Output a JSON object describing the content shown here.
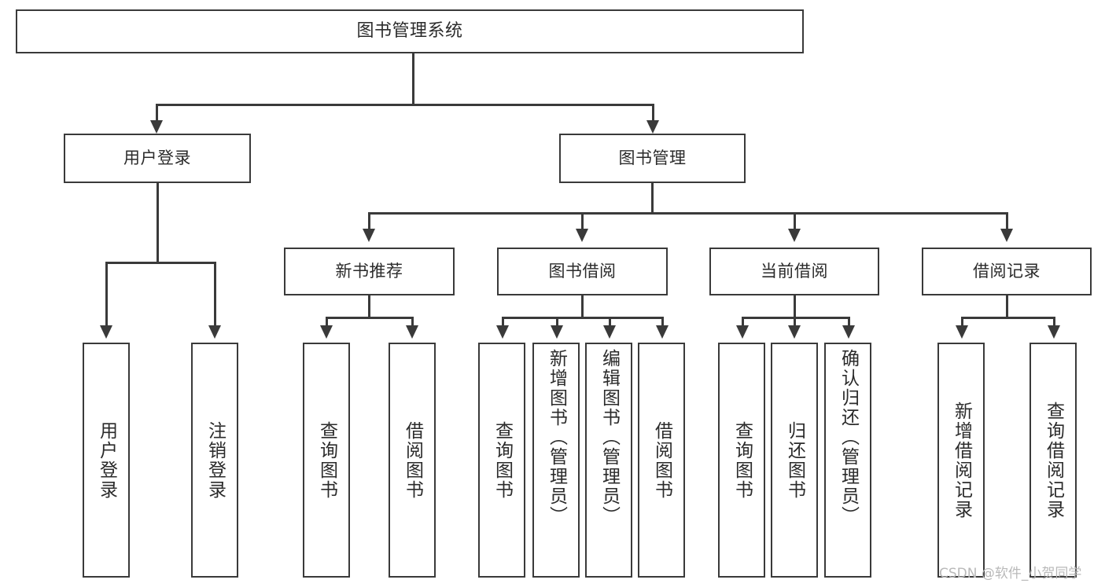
{
  "diagram": {
    "type": "hierarchy-tree",
    "title": "图书管理系统",
    "root": {
      "label": "图书管理系统"
    },
    "level2": [
      {
        "label": "用户登录"
      },
      {
        "label": "图书管理"
      }
    ],
    "level3": [
      {
        "label": "新书推荐",
        "parent": "图书管理"
      },
      {
        "label": "图书借阅",
        "parent": "图书管理"
      },
      {
        "label": "当前借阅",
        "parent": "图书管理"
      },
      {
        "label": "借阅记录",
        "parent": "图书管理"
      }
    ],
    "leaves": {
      "user_login": [
        {
          "label": "用户登录"
        },
        {
          "label": "注销登录"
        }
      ],
      "new_book_recommend": [
        {
          "label": "查询图书"
        },
        {
          "label": "借阅图书"
        }
      ],
      "book_borrow": [
        {
          "label": "查询图书"
        },
        {
          "label": "新增图书（管理员）"
        },
        {
          "label": "编辑图书（管理员）"
        },
        {
          "label": "借阅图书"
        }
      ],
      "current_borrow": [
        {
          "label": "查询图书"
        },
        {
          "label": "归还图书"
        },
        {
          "label": "确认归还（管理员）"
        }
      ],
      "borrow_record": [
        {
          "label": "新增借阅记录"
        },
        {
          "label": "查询借阅记录"
        }
      ]
    }
  },
  "watermark": {
    "text": "CSDN @软件_小贺同学"
  },
  "colors": {
    "stroke": "#3a3a3a",
    "background": "#ffffff",
    "text": "#2b2b2b",
    "watermark": "#b9b9b9"
  }
}
